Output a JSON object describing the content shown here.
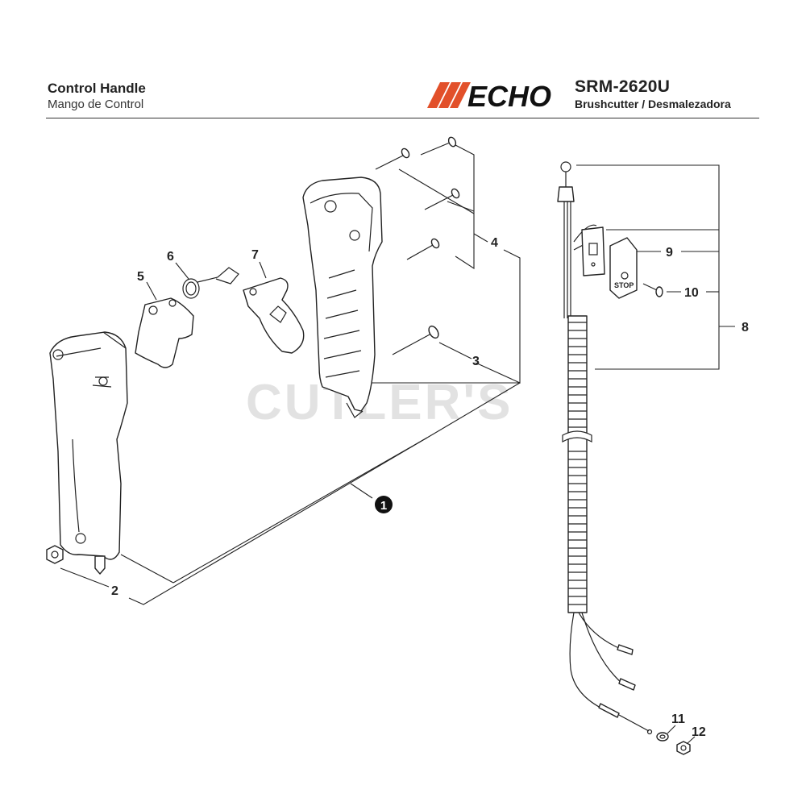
{
  "header": {
    "title": "Control Handle",
    "subtitle": "Mango de Control",
    "brand": "ECHO",
    "model": "SRM-2620U",
    "product": "Brushcutter / Desmalezadora"
  },
  "watermark": "CUTLER'S",
  "colors": {
    "brand": "#e2502a",
    "line": "#222222",
    "watermark": "#e2e2e2"
  },
  "labels": {
    "stop_text": "STOP",
    "callout_1": "1",
    "callout_2": "2",
    "callout_3": "3",
    "callout_4": "4",
    "callout_5": "5",
    "callout_6": "6",
    "callout_7": "7",
    "callout_8": "8",
    "callout_9": "9",
    "callout_10": "10",
    "callout_11": "11",
    "callout_12": "12"
  }
}
